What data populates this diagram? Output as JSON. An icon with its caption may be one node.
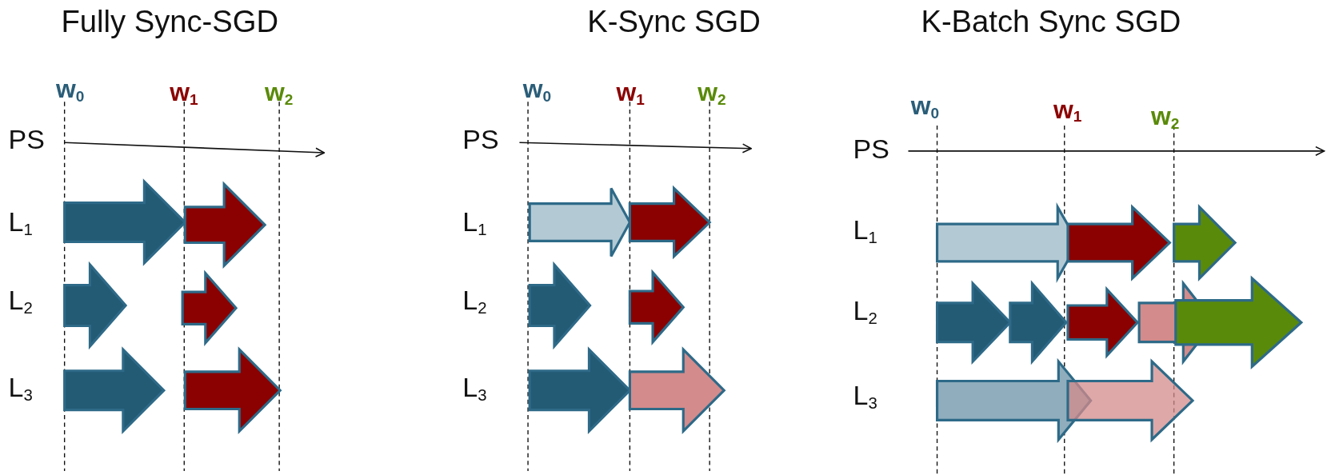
{
  "diagram": {
    "labels": [
      "Fully Sync-SGD",
      "K-Sync SGD",
      "K-Batch Sync SGD",
      "w$_{0}$",
      "w$_{1}$",
      "w$_{2}$",
      "PS",
      "L$_{1}$",
      "L$_{2}$",
      "L$_{3}$",
      "w$_{0}$",
      "w$_{1}$",
      "w$_{2}$",
      "PS",
      "L$_{1}$",
      "L$_{2}$",
      "L$_{3}$",
      "w$_{0}$",
      "w$_{1}$",
      "w$_{2}$",
      "PS",
      "L$_{1}$",
      "L$_{2}$",
      "L$_{3}$"
    ]
  }
}
